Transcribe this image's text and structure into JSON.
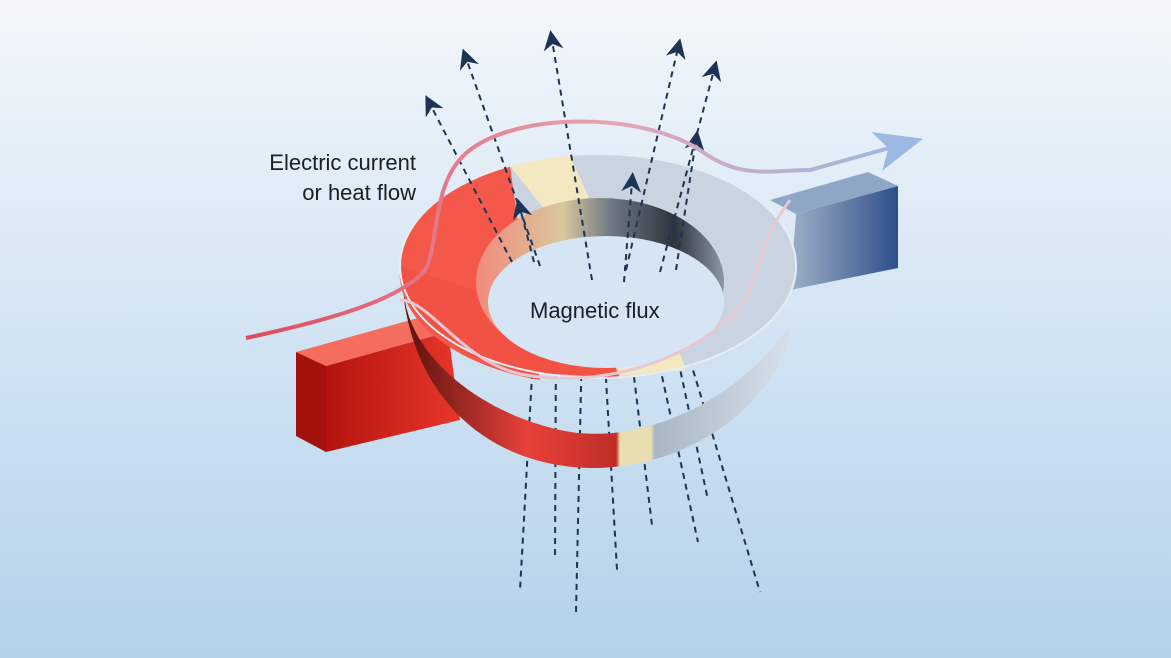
{
  "labels": {
    "current_line1": "Electric current",
    "current_line2": "or heat flow",
    "flux": "Magnetic flux"
  },
  "colors": {
    "hot": "#e8362a",
    "cold": "#3f5f96",
    "ring_gray": "#b9c7d6",
    "insulator": "#f3e8c0",
    "flux_arrow": "#1f3355",
    "current_path": "#d8566a"
  },
  "icons": {
    "flux_arrows": "dashed-arrow",
    "current_arrow": "arrowhead"
  }
}
